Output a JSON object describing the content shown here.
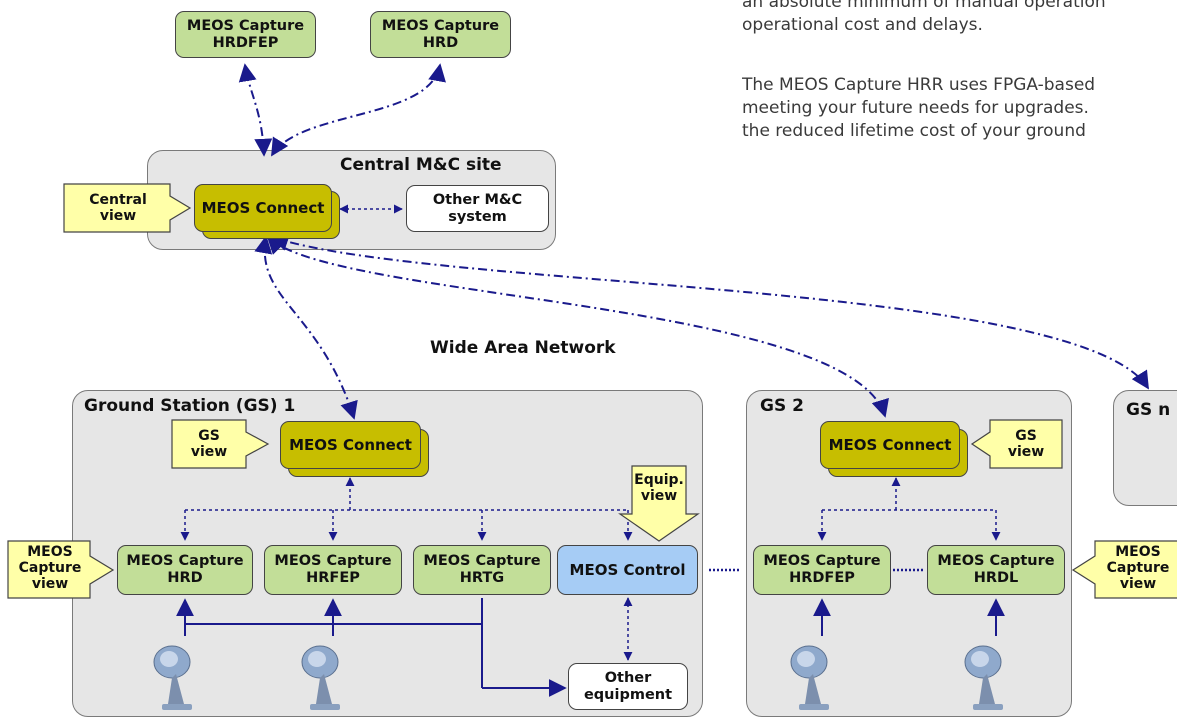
{
  "paragraph": {
    "line1": "an absolute minimum of manual operation",
    "line2": "operational cost and delays.",
    "line3": "The MEOS Capture HRR  uses FPGA-based",
    "line4": "meeting your future needs for upgrades.",
    "line5": "the reduced lifetime cost of your ground"
  },
  "top": {
    "capture_hrdfep": [
      "MEOS Capture",
      "HRDFEP"
    ],
    "capture_hrd": [
      "MEOS Capture",
      "HRD"
    ]
  },
  "central": {
    "title": "Central M&C site",
    "view": [
      "Central",
      "view"
    ],
    "connect": "MEOS Connect",
    "other_mc": [
      "Other M&C",
      "system"
    ]
  },
  "wan_label": "Wide Area Network",
  "gs1": {
    "title": "Ground Station (GS)  1",
    "gs_view": [
      "GS",
      "view"
    ],
    "connect": "MEOS Connect",
    "equip_view": [
      "Equip.",
      "view"
    ],
    "capture_view": [
      "MEOS",
      "Capture",
      "view"
    ],
    "capture_hrd": [
      "MEOS Capture",
      "HRD"
    ],
    "capture_hrfep": [
      "MEOS Capture",
      "HRFEP"
    ],
    "capture_hrtg": [
      "MEOS Capture",
      "HRTG"
    ],
    "control": "MEOS Control",
    "other_equipment": [
      "Other",
      "equipment"
    ]
  },
  "gs2": {
    "title": "GS 2",
    "connect": "MEOS Connect",
    "gs_view": [
      "GS",
      "view"
    ],
    "capture_hrdfep": [
      "MEOS Capture",
      "HRDFEP"
    ],
    "capture_hrdl": [
      "MEOS Capture",
      "HRDL"
    ],
    "capture_view": [
      "MEOS",
      "Capture",
      "view"
    ]
  },
  "gsn": {
    "title": "GS n"
  },
  "colors": {
    "region_fill": "#e6e6e6",
    "capture_green": "#c2de98",
    "connect_olive": "#c7be00",
    "control_blue": "#a6ccf5",
    "view_yellow": "#ffffa8",
    "link_navy": "#1a1a8c"
  }
}
